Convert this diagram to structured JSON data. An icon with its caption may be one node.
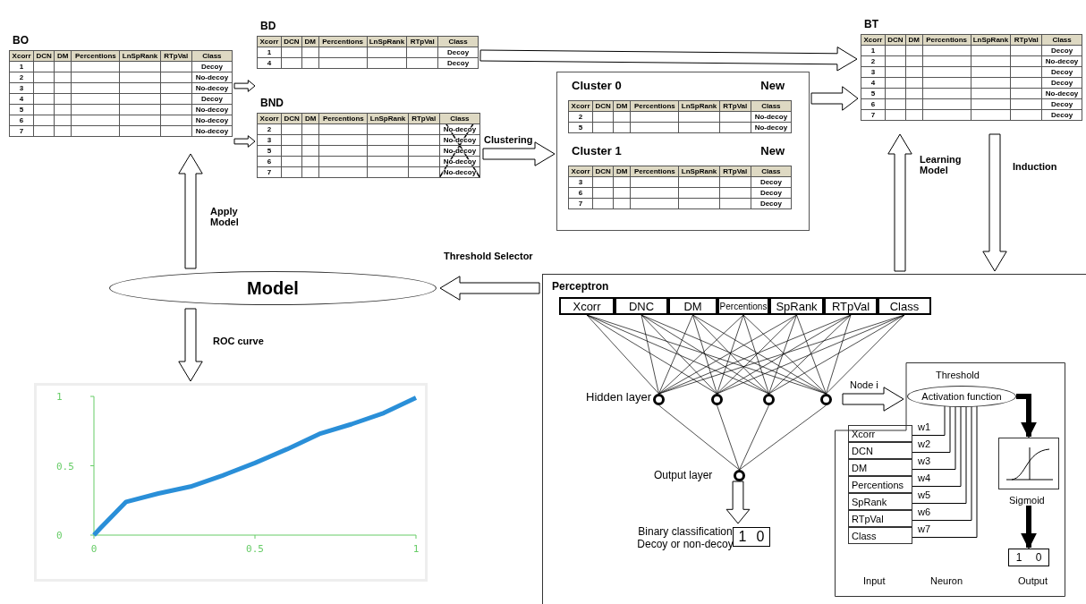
{
  "diagram": {
    "nodes": [
      {
        "text": [
          "BO",
          "Xcorr",
          "DCN",
          "DM",
          "Percentions",
          "LnSpRank",
          "RTpVal",
          "Class",
          "1",
          "Decoy",
          "2",
          "No-decoy",
          "3",
          "No-decoy",
          "4",
          "Decoy",
          "5",
          "No-decoy",
          "6",
          "No-decoy",
          "7",
          "No-decoy"
        ]
      },
      {
        "text": [
          "BD",
          "Xcorr",
          "DCN",
          "DM",
          "Percentions",
          "LnSpRank",
          "RTpVal",
          "Class",
          "1",
          "Decoy",
          "4",
          "Decoy"
        ]
      },
      {
        "text": [
          "BND",
          "Xcorr",
          "DCN",
          "DM",
          "Percentions",
          "LnSpRank",
          "RTpVal",
          "Class",
          "2",
          "No-decoy",
          "3",
          "No-decoy",
          "5",
          "No-decoy",
          "6",
          "No-decoy",
          "7",
          "No-decoy"
        ]
      },
      {
        "text": [],
        "shape": "box"
      },
      {
        "text": [
          "Cluster 0",
          "New",
          "Xcorr",
          "DCN",
          "DM",
          "Percentions",
          "LnSpRank",
          "RTpVal",
          "Class",
          "2",
          "No-decoy",
          "5",
          "No-decoy"
        ],
        "in": 3
      },
      {
        "text": [
          "Cluster 1",
          "New",
          "Xcorr",
          "DCN",
          "DM",
          "Percentions",
          "LnSpRank",
          "RTpVal",
          "Class",
          "3",
          "Decoy",
          "6",
          "Decoy",
          "7",
          "Decoy"
        ],
        "in": 3
      },
      {
        "text": [
          "BT",
          "Xcorr",
          "DCN",
          "DM",
          "Percentions",
          "LnSpRank",
          "RTpVal",
          "Class",
          "1",
          "Decoy",
          "2",
          "No-decoy",
          "3",
          "Decoy",
          "4",
          "Decoy",
          "5",
          "No-decoy",
          "6",
          "Decoy",
          "7",
          "Decoy"
        ]
      },
      {
        "text": [
          "Model"
        ]
      },
      {
        "text": [
          "Perceptron"
        ]
      },
      {
        "text": [
          "Xcorr"
        ],
        "in": 8
      },
      {
        "text": [
          "DNC"
        ],
        "in": 8
      },
      {
        "text": [
          "DM"
        ],
        "in": 8
      },
      {
        "text": [
          "Percentions"
        ],
        "in": 8
      },
      {
        "text": [
          "SpRank"
        ],
        "in": 8
      },
      {
        "text": [
          "RTpVal"
        ],
        "in": 8
      },
      {
        "text": [
          "Class"
        ],
        "in": 8
      },
      {
        "text": [],
        "shape": "circle",
        "in": 8
      },
      {
        "text": [],
        "shape": "circle",
        "in": 8
      },
      {
        "text": [],
        "shape": "circle",
        "in": 8
      },
      {
        "text": [],
        "shape": "circle",
        "in": 8
      },
      {
        "text": [],
        "shape": "circle",
        "in": 8
      },
      {
        "text": [
          "1",
          "0"
        ],
        "beside": [
          "Binary classification Decoy or non-decoy"
        ],
        "in": 8
      },
      {
        "text": [],
        "shape": "box",
        "in": 8
      },
      {
        "text": [
          "Activation function"
        ],
        "beside": [
          "Threshold"
        ],
        "in": 22
      },
      {
        "text": [
          "Xcorr"
        ],
        "in": 22
      },
      {
        "text": [
          "DCN"
        ],
        "in": 22
      },
      {
        "text": [
          "DM"
        ],
        "in": 22
      },
      {
        "text": [
          "Percentions"
        ],
        "in": 22
      },
      {
        "text": [
          "SpRank"
        ],
        "in": 22
      },
      {
        "text": [
          "RTpVal"
        ],
        "in": 22
      },
      {
        "text": [
          "Class"
        ],
        "in": 22
      },
      {
        "text": [],
        "shape": "box",
        "beside": [
          "Sigmoid"
        ],
        "in": 22
      },
      {
        "text": [
          "1",
          "0"
        ],
        "in": 22
      },
      {
        "text": [],
        "shape": "chart"
      }
    ],
    "edges": [
      {
        "from": 0,
        "to": 1,
        "arrow": "to"
      },
      {
        "from": 0,
        "to": 2,
        "arrow": "to"
      },
      {
        "from": 1,
        "to": 6,
        "arrow": "to"
      },
      {
        "from": 2,
        "to": 3,
        "arrow": "to",
        "label": "Clustering"
      },
      {
        "from": 3,
        "to": 6,
        "arrow": "to"
      },
      {
        "from": 6,
        "to": 8,
        "arrow": "to",
        "label": "Induction"
      },
      {
        "from": 8,
        "to": 6,
        "arrow": "to",
        "label": "Learning Model"
      },
      {
        "from": 8,
        "to": 7,
        "arrow": "to",
        "label": "Threshold Selector"
      },
      {
        "from": 7,
        "to": 0,
        "arrow": "to",
        "label": "Apply Model"
      },
      {
        "from": 7,
        "to": 33,
        "arrow": "to",
        "label": "ROC curve"
      },
      {
        "from": 9,
        "to": 16,
        "arrow": "none"
      },
      {
        "from": 9,
        "to": 17,
        "arrow": "none"
      },
      {
        "from": 9,
        "to": 18,
        "arrow": "none"
      },
      {
        "from": 9,
        "to": 19,
        "arrow": "none"
      },
      {
        "from": 10,
        "to": 16,
        "arrow": "none"
      },
      {
        "from": 10,
        "to": 17,
        "arrow": "none"
      },
      {
        "from": 10,
        "to": 18,
        "arrow": "none"
      },
      {
        "from": 10,
        "to": 19,
        "arrow": "none"
      },
      {
        "from": 11,
        "to": 16,
        "arrow": "none"
      },
      {
        "from": 11,
        "to": 17,
        "arrow": "none"
      },
      {
        "from": 11,
        "to": 18,
        "arrow": "none"
      },
      {
        "from": 11,
        "to": 19,
        "arrow": "none"
      },
      {
        "from": 12,
        "to": 16,
        "arrow": "none"
      },
      {
        "from": 12,
        "to": 17,
        "arrow": "none"
      },
      {
        "from": 12,
        "to": 18,
        "arrow": "none"
      },
      {
        "from": 12,
        "to": 19,
        "arrow": "none"
      },
      {
        "from": 13,
        "to": 16,
        "arrow": "none"
      },
      {
        "from": 13,
        "to": 17,
        "arrow": "none"
      },
      {
        "from": 13,
        "to": 18,
        "arrow": "none"
      },
      {
        "from": 13,
        "to": 19,
        "arrow": "none"
      },
      {
        "from": 14,
        "to": 16,
        "arrow": "none"
      },
      {
        "from": 14,
        "to": 17,
        "arrow": "none"
      },
      {
        "from": 14,
        "to": 18,
        "arrow": "none"
      },
      {
        "from": 14,
        "to": 19,
        "arrow": "none"
      },
      {
        "from": 15,
        "to": 16,
        "arrow": "none"
      },
      {
        "from": 15,
        "to": 17,
        "arrow": "none"
      },
      {
        "from": 15,
        "to": 18,
        "arrow": "none"
      },
      {
        "from": 15,
        "to": 19,
        "arrow": "none"
      },
      {
        "from": 16,
        "to": 20,
        "arrow": "none"
      },
      {
        "from": 17,
        "to": 20,
        "arrow": "none"
      },
      {
        "from": 18,
        "to": 20,
        "arrow": "none"
      },
      {
        "from": 19,
        "to": 20,
        "arrow": "none"
      },
      {
        "from": 20,
        "to": 21,
        "arrow": "to"
      },
      {
        "from": 19,
        "to": 22,
        "arrow": "to",
        "label": "Node i"
      },
      {
        "from": 24,
        "to": 23,
        "arrow": "none",
        "label": "w1"
      },
      {
        "from": 25,
        "to": 23,
        "arrow": "none",
        "label": "w2"
      },
      {
        "from": 26,
        "to": 23,
        "arrow": "none",
        "label": "w3"
      },
      {
        "from": 27,
        "to": 23,
        "arrow": "none",
        "label": "w4"
      },
      {
        "from": 28,
        "to": 23,
        "arrow": "none",
        "label": "w5"
      },
      {
        "from": 29,
        "to": 23,
        "arrow": "none",
        "label": "w6"
      },
      {
        "from": 30,
        "to": 23,
        "arrow": "none",
        "label": "w7"
      },
      {
        "from": 23,
        "to": 31,
        "arrow": "to",
        "style": "thick"
      },
      {
        "from": 31,
        "to": 32,
        "arrow": "to",
        "style": "thick"
      }
    ],
    "labels": [
      "Hidden layer",
      "Output layer",
      "Input",
      "Neuron",
      "Output"
    ],
    "chart_data": {
      "type": "line",
      "x": [
        0,
        0.02,
        0.1,
        0.2,
        0.3,
        0.4,
        0.5,
        0.6,
        0.7,
        0.8,
        0.9,
        1
      ],
      "series": [
        {
          "color": "#2a8fd8",
          "values": [
            0,
            0.05,
            0.24,
            0.3,
            0.35,
            0.43,
            0.52,
            0.62,
            0.73,
            0.8,
            0.88,
            0.99
          ]
        }
      ],
      "xlim": [
        0,
        1
      ],
      "ylim": [
        0,
        1
      ],
      "xticks": [
        0,
        0.5,
        1
      ],
      "yticks": [
        0,
        0.5,
        1
      ]
    }
  }
}
